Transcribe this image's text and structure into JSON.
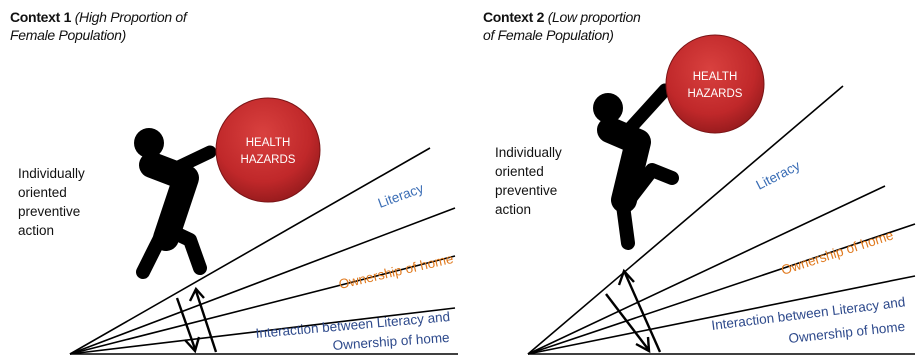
{
  "panels": [
    {
      "title_bold": "Context 1",
      "title_sub": "(High Proportion of Female Population)",
      "action_label": "Individually oriented preventive action",
      "ball_line1": "HEALTH",
      "ball_line2": "HAZARDS",
      "line_labels": {
        "literacy": "Literacy",
        "ownership": "Ownership of home",
        "interaction_line1": "Interaction between Literacy and",
        "interaction_line2": "Ownership of home"
      }
    },
    {
      "title_bold": "Context 2",
      "title_sub": "(Low proportion of Female Population)",
      "action_label": "Individually oriented preventive action",
      "ball_line1": "HEALTH",
      "ball_line2": "HAZARDS",
      "line_labels": {
        "literacy": "Literacy",
        "ownership": "Ownership of home",
        "interaction_line1": "Interaction between Literacy and",
        "interaction_line2": "Ownership of home"
      }
    }
  ],
  "colors": {
    "literacy": "#3a6db5",
    "ownership": "#e07a1f",
    "interaction": "#2e4a8c",
    "ball": "#c0282a"
  }
}
